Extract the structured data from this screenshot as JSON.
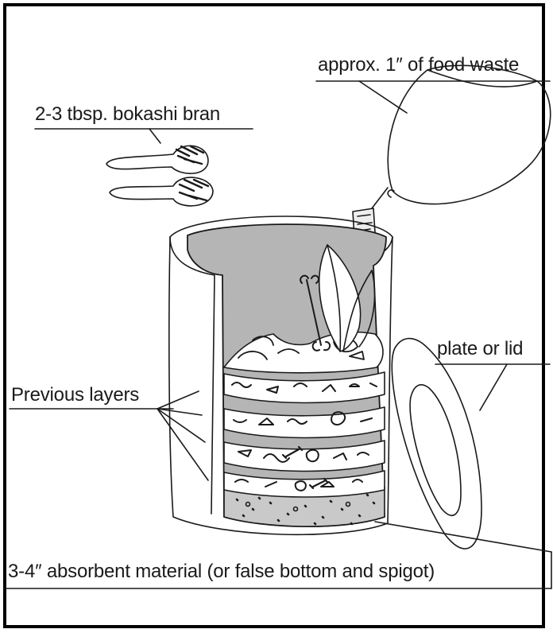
{
  "labels": {
    "food_waste": "approx. 1″ of food waste",
    "bokashi_bran": "2-3 tbsp. bokashi bran",
    "plate_or_lid": "plate or lid",
    "previous_layers": "Previous layers",
    "absorbent_material": "3-4″ absorbent material (or false bottom and spigot)"
  },
  "colors": {
    "ink": "#1a1a1a",
    "bucket_interior": "#b5b5b5",
    "absorbent_layer": "#c9c9c9",
    "frame": "#000000"
  },
  "layer_count": 4
}
